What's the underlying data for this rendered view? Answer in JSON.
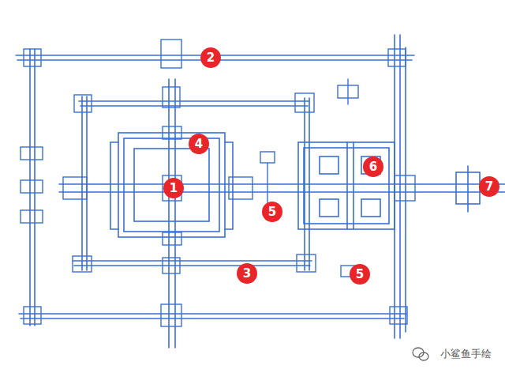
{
  "diagram": {
    "labels": [
      "2",
      "4",
      "1",
      "5",
      "6",
      "7",
      "3",
      "5",
      "小鲨鱼手绘"
    ]
  }
}
